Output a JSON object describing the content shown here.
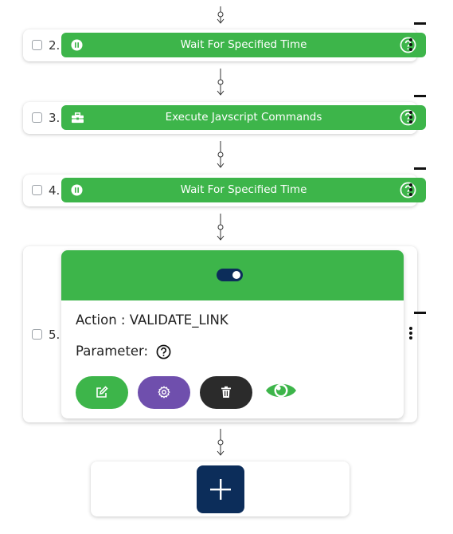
{
  "steps": [
    {
      "number": "2.",
      "title": "Wait For Specified Time",
      "icon": "pause-circle-icon"
    },
    {
      "number": "3.",
      "title": "Execute Javscript Commands",
      "icon": "toolbox-icon"
    },
    {
      "number": "4.",
      "title": "Wait For Specified Time",
      "icon": "pause-circle-icon"
    }
  ],
  "expanded_step": {
    "number": "5.",
    "action_text": "Action : VALIDATE_LINK",
    "parameter_label": "Parameter:",
    "toggle_on": true,
    "buttons": [
      "edit-icon",
      "gear-icon",
      "trash-icon",
      "eye-icon"
    ]
  },
  "add_button_icon": "plus-icon",
  "colors": {
    "green": "#3db54a",
    "navy": "#0c2d5a",
    "purple": "#6f4fad",
    "dark": "#2b2b2b"
  }
}
